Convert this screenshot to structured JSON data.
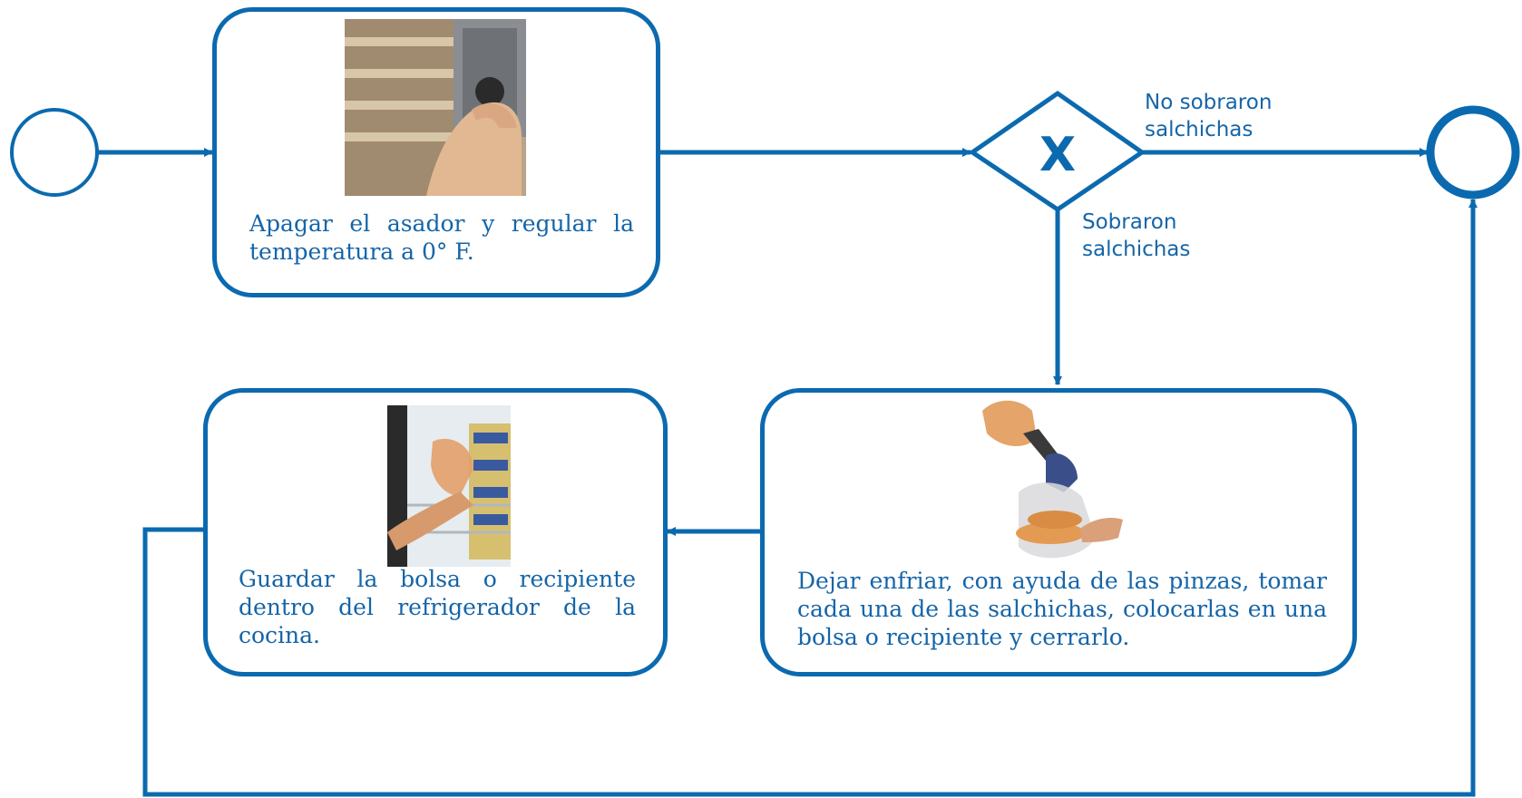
{
  "colors": {
    "stroke": "#0b6aaf",
    "text": "#1565a8",
    "background": "#ffffff"
  },
  "tasks": {
    "turn_off": {
      "text": "Apagar el asador y regular la temperatura a 0° F.",
      "image": "thermostat-knob-photo"
    },
    "cool_down": {
      "text": "Dejar enfriar, con ayuda de las pinzas, tomar cada una de las salchichas, colocarlas en una bolsa o recipiente y cerrarlo.",
      "image": "sausages-in-bag-photo"
    },
    "store": {
      "text": "Guardar la bolsa o recipiente dentro del refrigerador de la cocina.",
      "image": "refrigerator-photo"
    }
  },
  "gateway": {
    "mark": "X"
  },
  "flows": {
    "no_leftovers": "No sobraron\nsalchichas",
    "leftovers": "Sobraron\nsalchichas"
  }
}
